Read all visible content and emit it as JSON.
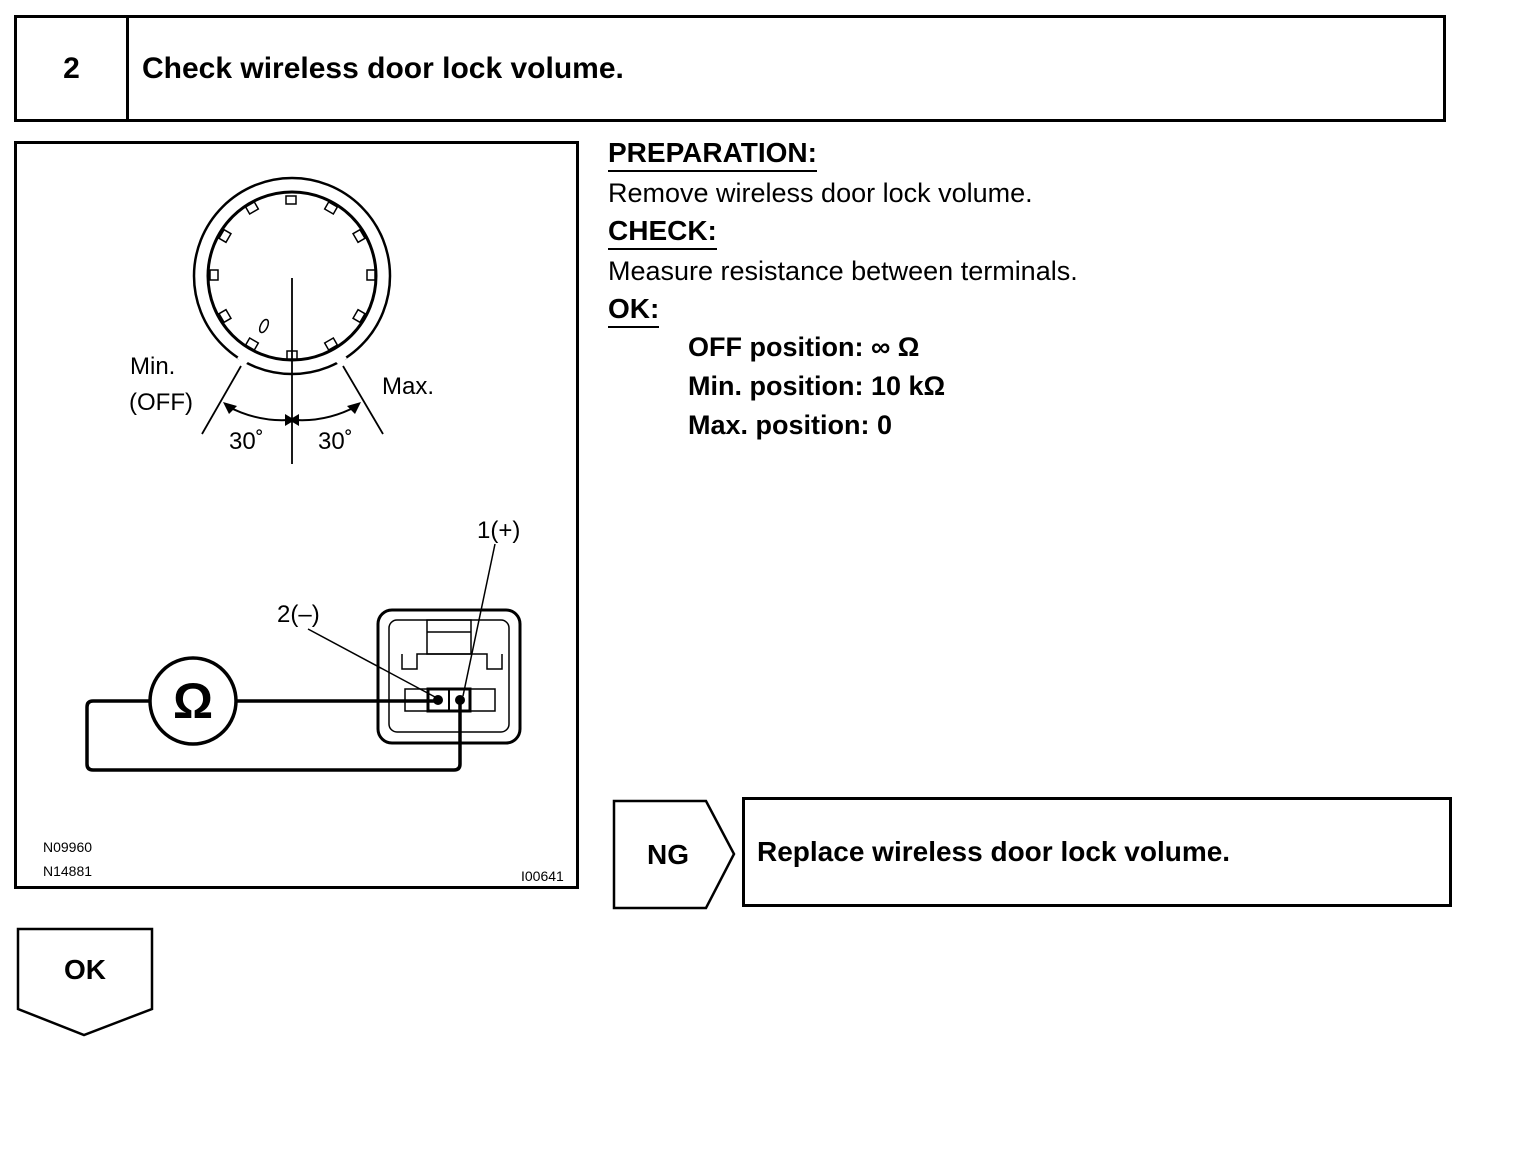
{
  "step": {
    "number": "2",
    "title": "Check wireless door lock volume."
  },
  "figure": {
    "label_min": "Min.",
    "label_off": "(OFF)",
    "label_max": "Max.",
    "angle_left": "30˚",
    "angle_right": "30˚",
    "terminal_positive": "1(+)",
    "terminal_negative": "2(–)",
    "ohmmeter_symbol": "Ω",
    "code_1": "N09960",
    "code_2": "N14881",
    "code_3": "I00641"
  },
  "instructions": {
    "preparation_heading": "PREPARATION:",
    "preparation_text": "Remove wireless door lock volume.",
    "check_heading": "CHECK:",
    "check_text": "Measure resistance between terminals.",
    "ok_heading": "OK:",
    "ok_specs": [
      "OFF position: ∞ Ω",
      "Min. position: 10 kΩ",
      "Max. position: 0"
    ]
  },
  "results": {
    "ng_label": "NG",
    "ng_action": "Replace wireless door lock volume.",
    "ok_label": "OK"
  }
}
